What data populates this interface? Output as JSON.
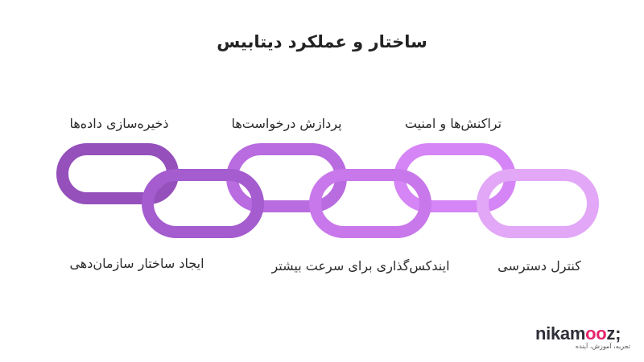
{
  "title": "ساختار و عملکرد دیتابیس",
  "links": [
    {
      "label": "ذخیره‌سازی داده‌ها",
      "color": "#9550bb"
    },
    {
      "label": "ایجاد ساختار سازمان‌دهی",
      "color": "#a45ccf"
    },
    {
      "label": "پردازش درخواست‌ها",
      "color": "#b96be0"
    },
    {
      "label": "ایندکس‌گذاری برای سرعت بیشتر",
      "color": "#c878ea"
    },
    {
      "label": "تراکنش‌ها و امنیت",
      "color": "#d585f5"
    },
    {
      "label": "کنترل دسترسی",
      "color": "#e2a7f7"
    }
  ],
  "logo": {
    "part1": "nikam",
    "part2": "oo",
    "part3": "z;",
    "tagline": "تجربه، آموزش، آینده"
  }
}
